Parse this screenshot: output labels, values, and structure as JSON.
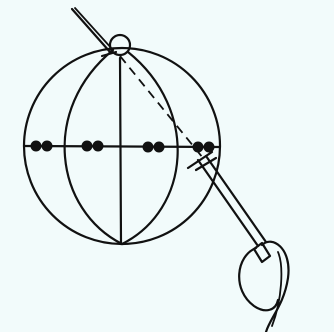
{
  "diagram": {
    "colors": {
      "background": "#f2fbfb",
      "ink": "#111111"
    },
    "parts": [
      "sphere-outline",
      "longitude-curves",
      "vertical-axis",
      "horizontal-axis",
      "beads",
      "top-ring",
      "hanging-string",
      "dashed-sight-line",
      "tool-rod",
      "hand-loop"
    ]
  }
}
